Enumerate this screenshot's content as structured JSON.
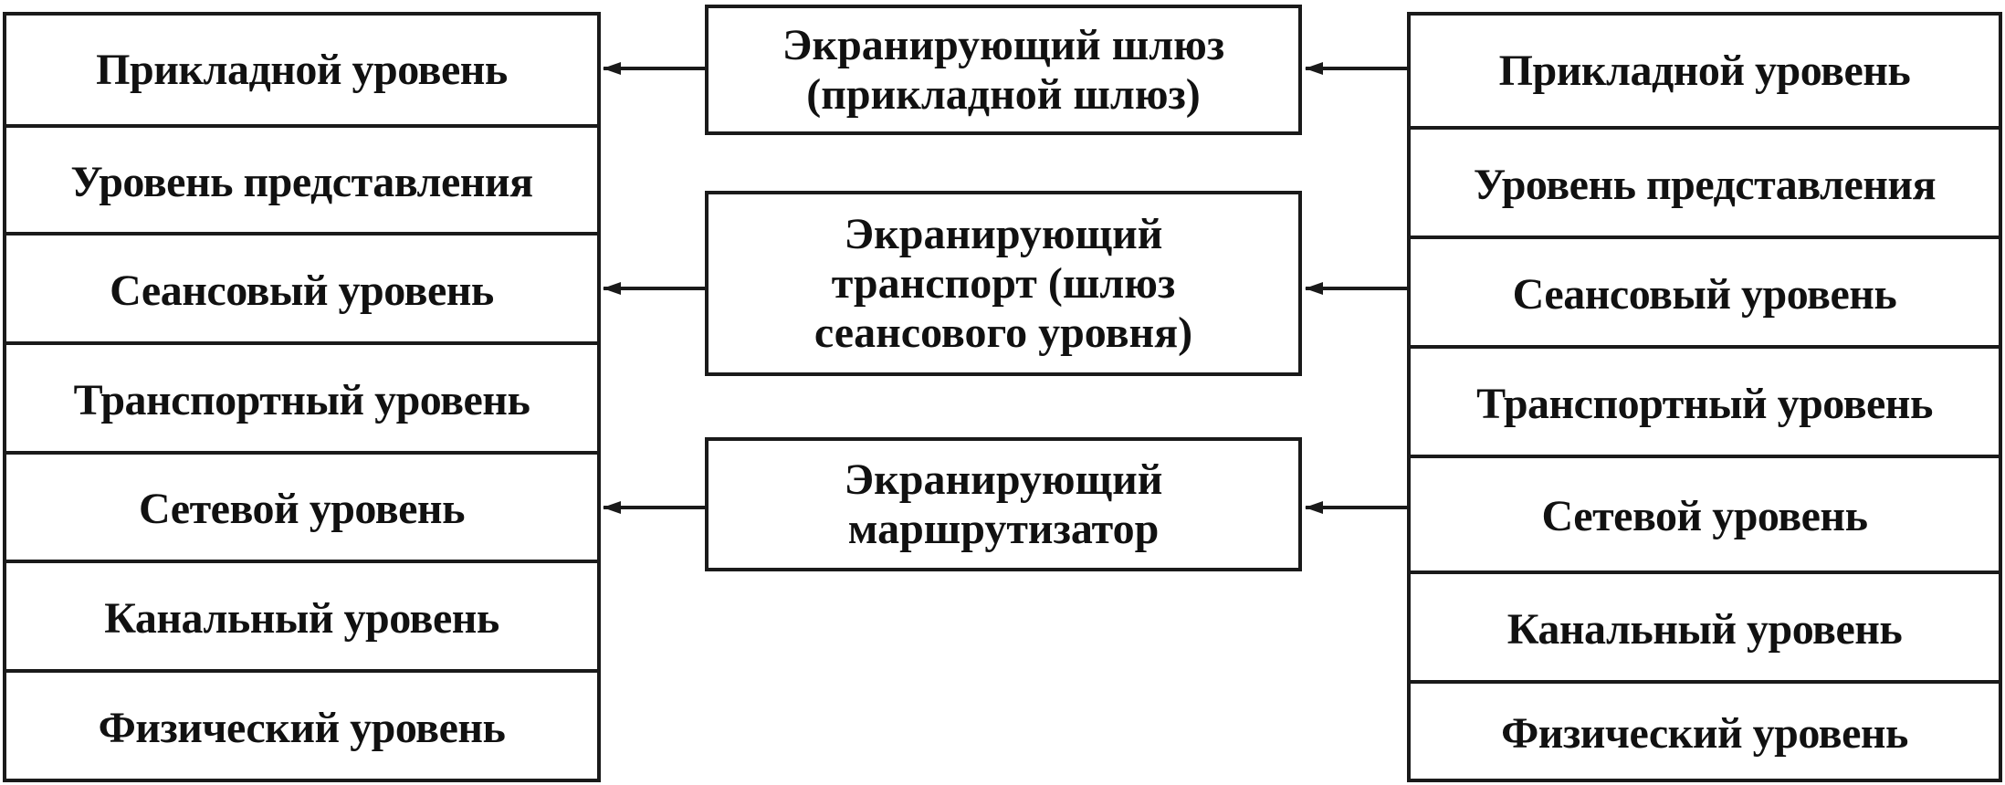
{
  "left_stack": {
    "layers": [
      "Прикладной уровень",
      "Уровень представления",
      "Сеансовый уровень",
      "Транспортный уровень",
      "Сетевой уровень",
      "Канальный уровень",
      "Физический уровень"
    ]
  },
  "right_stack": {
    "layers": [
      "Прикладной уровень",
      "Уровень представления",
      "Сеансовый уровень",
      "Транспортный уровень",
      "Сетевой уровень",
      "Канальный уровень",
      "Физический уровень"
    ]
  },
  "gateways": {
    "application": "Экранирующий шлюз\n(прикладной шлюз)",
    "transport": "Экранирующий\nтранспорт (шлюз\nсеансового уровня)",
    "router": "Экранирующий\nмаршрутизатор"
  },
  "colors": {
    "line": "#1a1a1a",
    "background": "#ffffff"
  }
}
